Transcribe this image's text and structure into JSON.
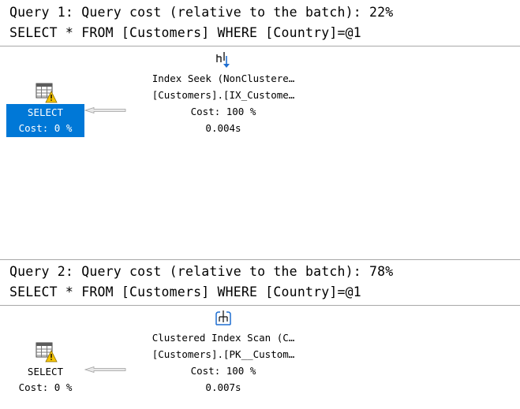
{
  "queries": [
    {
      "header": "Query 1: Query cost (relative to the batch): 22%",
      "sql": "SELECT * FROM [Customers] WHERE [Country]=@1",
      "select_node": {
        "label": "SELECT",
        "cost": "Cost: 0 %",
        "selected": true,
        "icon": "table-warning-icon"
      },
      "operator": {
        "name": "Index Seek (NonClustere…",
        "object": "[Customers].[IX_Custome…",
        "cost": "Cost: 100 %",
        "time": "0.004s",
        "icon": "index-seek-icon"
      }
    },
    {
      "header": "Query 2: Query cost (relative to the batch): 78%",
      "sql": "SELECT * FROM [Customers] WHERE [Country]=@1",
      "select_node": {
        "label": "SELECT",
        "cost": "Cost: 0 %",
        "selected": false,
        "icon": "table-warning-icon"
      },
      "operator": {
        "name": "Clustered Index Scan (C…",
        "object": "[Customers].[PK__Custom…",
        "cost": "Cost: 100 %",
        "time": "0.007s",
        "icon": "clustered-index-scan-icon"
      }
    }
  ],
  "colors": {
    "selection": "#0078d7",
    "separator": "#a8a8a8",
    "icon_blue": "#1f6fd1",
    "warning_yellow": "#f5c400"
  }
}
